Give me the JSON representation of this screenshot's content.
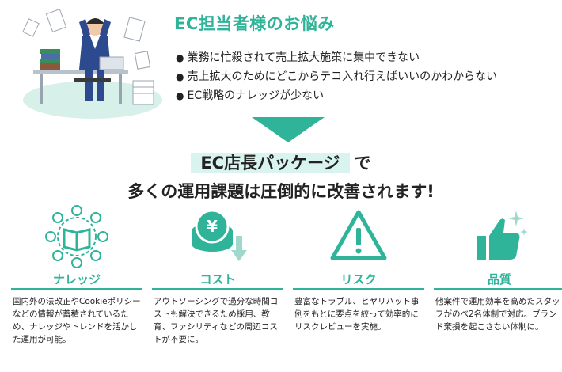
{
  "problems": {
    "title": "EC担当者様のお悩み",
    "items": [
      "業務に忙殺されて売上拡大施策に集中できない",
      "売上拡大のためにどこからテコ入れ行えばいいのかわからない",
      "EC戦略のナレッジが少ない"
    ]
  },
  "headline": {
    "highlight": "EC店長パッケージ",
    "after": "で",
    "line2": "多くの運用課題は圧倒的に改善されます!"
  },
  "features": [
    {
      "title": "ナレッジ",
      "icon": "book-network-icon",
      "desc": "国内外の法改正やCookieポリシーなどの情報が蓄積されているため、ナレッジやトレンドを活かした運用が可能。"
    },
    {
      "title": "コスト",
      "icon": "yen-coin-down-icon",
      "desc": "アウトソーシングで過分な時間コストも解決できるため採用、教育、ファシリティなどの周辺コストが不要に。"
    },
    {
      "title": "リスク",
      "icon": "warning-triangle-icon",
      "desc": "豊富なトラブル、ヒヤリハット事例をもとに要点を絞って効率的にリスクレビューを実施。"
    },
    {
      "title": "品質",
      "icon": "thumbs-up-sparkle-icon",
      "desc": "他案件で運用効率を高めたスタッフがのべ2名体制で対応。ブランド棄損を起こさない体制に。"
    }
  ],
  "colors": {
    "accent": "#2fb49a",
    "highlight_bg": "#d9f3ee"
  }
}
